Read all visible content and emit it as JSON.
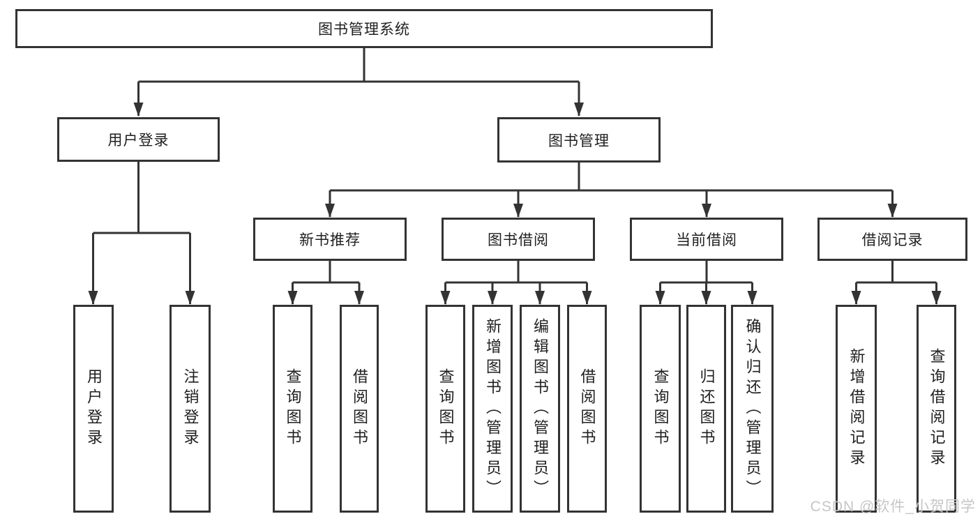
{
  "colors": {
    "line": "#333333",
    "text": "#1f1f1f",
    "background": "#ffffff",
    "watermark": "#c6c6c6"
  },
  "nodes": {
    "root": "图书管理系统",
    "user_login": "用户登录",
    "book_management": "图书管理",
    "new_book_recommend": "新书推荐",
    "book_borrow": "图书借阅",
    "current_borrow": "当前借阅",
    "borrow_records": "借阅记录"
  },
  "leaves": {
    "user_login": [
      "用户登录",
      "注销登录"
    ],
    "new_book_recommend": [
      "查询图书",
      "借阅图书"
    ],
    "book_borrow": [
      "查询图书",
      "新增图书（管理员）",
      "编辑图书（管理员）",
      "借阅图书"
    ],
    "current_borrow": [
      "查询图书",
      "归还图书",
      "确认归还（管理员）"
    ],
    "borrow_records": [
      "新增借阅记录",
      "查询借阅记录"
    ]
  },
  "watermark": {
    "text": "CSDN @软件_小贺同学"
  }
}
